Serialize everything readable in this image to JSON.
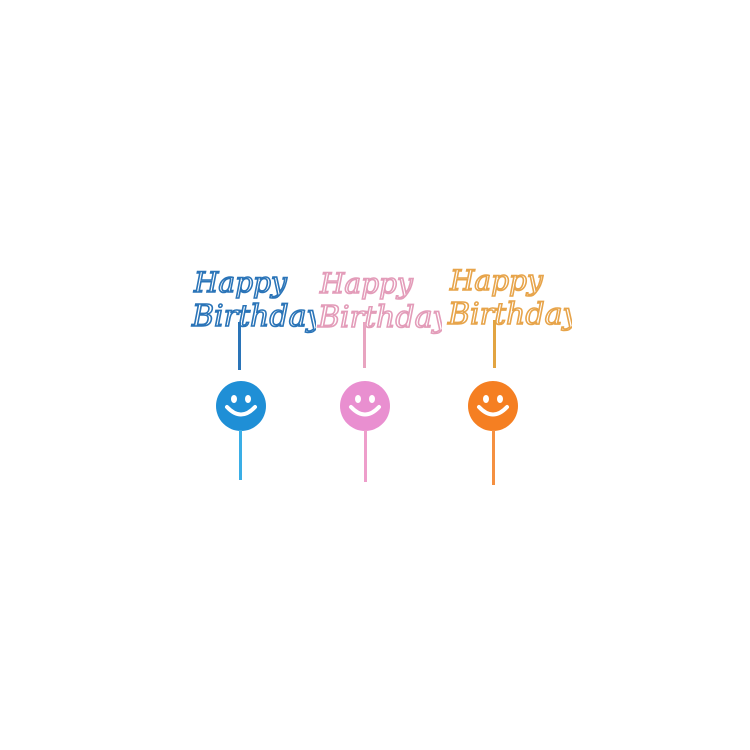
{
  "toppers": [
    {
      "line1": "Happy",
      "line2": "Birthday",
      "banner_color": "#2a74b8",
      "stick_color": "#2a74b8",
      "smiley_color": "#1f8fd6",
      "smiley_stick_color": "#3aaee6",
      "icon": "smiley-face-icon"
    },
    {
      "line1": "Happy",
      "line2": "Birthday",
      "banner_color": "#e39cb9",
      "stick_color": "#e8a4c0",
      "smiley_color": "#e98fd0",
      "smiley_stick_color": "#ee9ecb",
      "icon": "smiley-face-icon"
    },
    {
      "line1": "Happy",
      "line2": "Birthday",
      "banner_color": "#e7a44a",
      "stick_color": "#e2a441",
      "smiley_color": "#f57f22",
      "smiley_stick_color": "#f59040",
      "icon": "smiley-face-icon"
    }
  ],
  "background_color": "#ffffff"
}
